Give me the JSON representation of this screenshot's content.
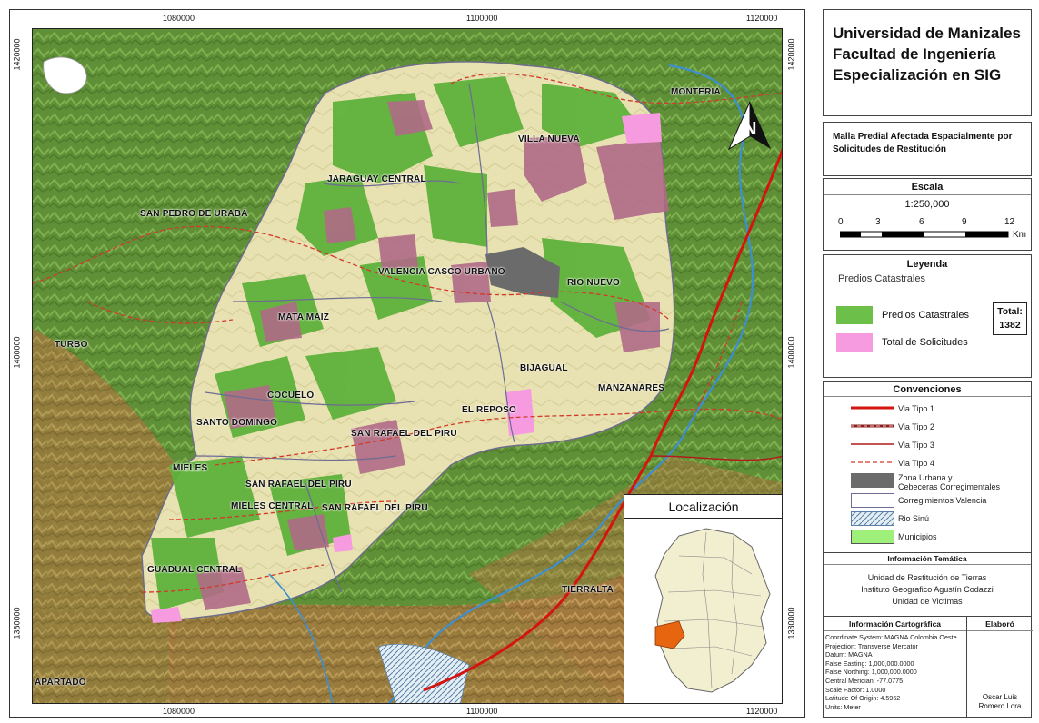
{
  "map": {
    "coords_top": [
      "1080000",
      "1100000",
      "1120000"
    ],
    "coords_bottom": [
      "1080000",
      "1100000",
      "1120000"
    ],
    "coords_left": [
      "1420000",
      "1400000",
      "1380000"
    ],
    "coords_right": [
      "1420000",
      "1400000",
      "1380000"
    ],
    "labels": [
      "MONTERIA",
      "VILLA NUEVA",
      "JARAGUAY CENTRAL",
      "SAN PEDRO DE URABÁ",
      "VALENCIA CASCO URBANO",
      "RIO NUEVO",
      "MATA MAIZ",
      "TURBO",
      "BIJAGUAL",
      "MANZANARES",
      "COCUELO",
      "EL REPOSO",
      "SANTO DOMINGO",
      "SAN RAFAEL DEL PIRU",
      "MIELES",
      "SAN RAFAEL DEL PIRU",
      "MIELES CENTRAL",
      "SAN RAFAEL DEL PIRU",
      "GUADUAL CENTRAL",
      "TIERRALTA",
      "APARTADO"
    ],
    "north_letter": "N"
  },
  "inset": {
    "title": "Localización"
  },
  "panel": {
    "title_lines": [
      "Universidad de Manizales",
      "Facultad de Ingeniería",
      "Especialización en SIG"
    ],
    "subtitle": "Malla Predial Afectada Espacialmente por Solicitudes de Restitución",
    "scale": {
      "head": "Escala",
      "ratio": "1:250,000",
      "ticks": [
        "0",
        "3",
        "6",
        "9",
        "12"
      ],
      "unit": "Km"
    },
    "legend": {
      "head": "Leyenda",
      "group": "Predios Catastrales",
      "items": [
        {
          "label": "Predios Catastrales",
          "color": "#6cc04a"
        },
        {
          "label": "Total de Solicitudes",
          "color": "#f79be0"
        }
      ],
      "total_label": "Total:",
      "total_value": "1382"
    },
    "conventions": {
      "head": "Convenciones",
      "items": [
        "Via Tipo 1",
        "Via Tipo 2",
        "Via Tipo 3",
        "Via Tipo 4",
        "Zona Urbana y",
        "Cebeceras Corregimentales",
        "Corregimientos Valencia",
        "Rio Sinú",
        "Municipios"
      ]
    },
    "tematica": {
      "head": "Información Temática",
      "lines": [
        "Unidad de Restitución de Tierras",
        "Instituto Geografico Agustín Codazzi",
        "Unidad de Victimas"
      ]
    },
    "cartografica": {
      "head": "Información Cartográfica",
      "lines": [
        "Coordinate System: MAGNA Colombia Oeste",
        "Projection: Transverse Mercator",
        "Datum: MAGNA",
        "False Easting: 1,000,000.0000",
        "False Northing: 1,000,000.0000",
        "Central Meridian: -77.0775",
        "Scale Factor: 1.0000",
        "Latitude Of Origin: 4.5962",
        "Units: Meter"
      ],
      "elaboro_head": "Elaboró",
      "author_lines": [
        "Oscar Luis",
        "Romero Lora"
      ]
    }
  }
}
